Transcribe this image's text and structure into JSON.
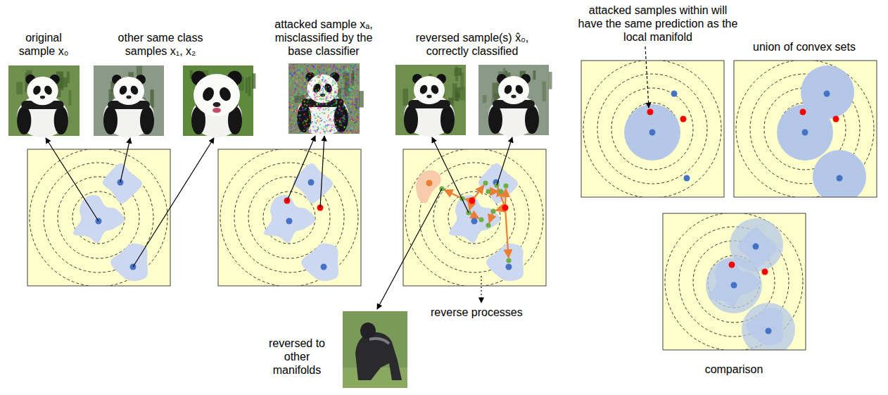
{
  "diagram": {
    "labels": [
      "original sample x₀",
      "other same class samples x₁, x₂",
      "attacked sample xₐ, misclassified by the base classifier",
      "reversed sample(s) x̂₀, correctly classified",
      "attacked samples within will have the same prediction as the local manifold",
      "union of convex sets",
      "reversed to other manifolds",
      "reverse processes",
      "comparison"
    ]
  }
}
